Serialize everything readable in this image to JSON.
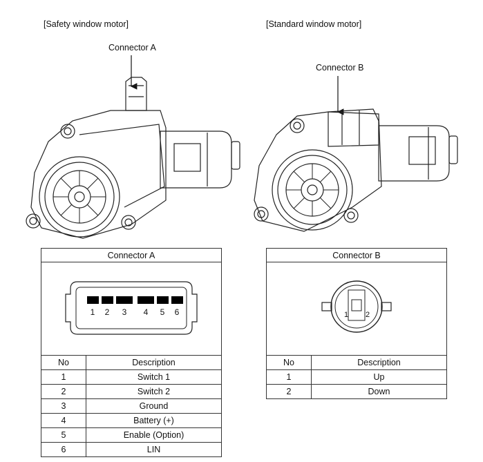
{
  "captions": {
    "safety_title": "[Safety window motor]",
    "standard_title": "[Standard window motor]",
    "label_connector_a": "Connector A",
    "label_connector_b": "Connector B"
  },
  "connector_a": {
    "title": "Connector A",
    "pins": [
      "1",
      "2",
      "3",
      "4",
      "5",
      "6"
    ],
    "columns": [
      "No",
      "Description"
    ],
    "rows": [
      {
        "no": "1",
        "desc": "Switch 1"
      },
      {
        "no": "2",
        "desc": "Switch 2"
      },
      {
        "no": "3",
        "desc": "Ground"
      },
      {
        "no": "4",
        "desc": "Battery (+)"
      },
      {
        "no": "5",
        "desc": "Enable (Option)"
      },
      {
        "no": "6",
        "desc": "LIN"
      }
    ]
  },
  "connector_b": {
    "title": "Connector B",
    "pins": [
      "1",
      "2"
    ],
    "columns": [
      "No",
      "Description"
    ],
    "rows": [
      {
        "no": "1",
        "desc": "Up"
      },
      {
        "no": "2",
        "desc": "Down"
      }
    ]
  }
}
